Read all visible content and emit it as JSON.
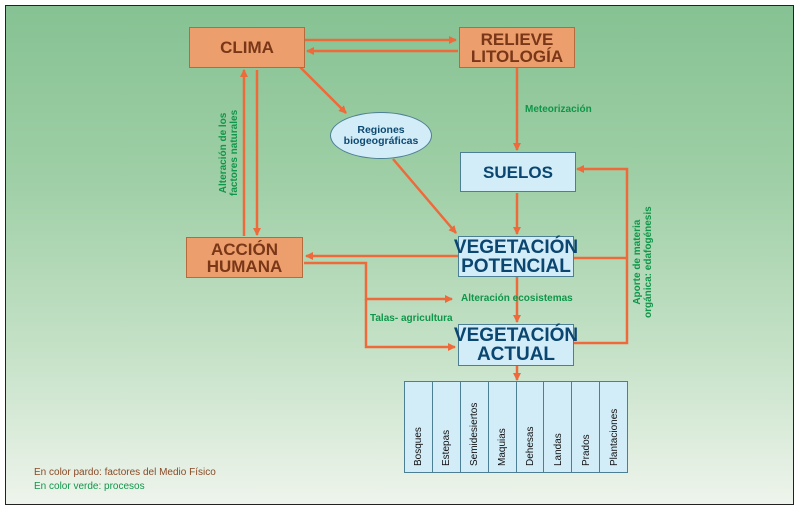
{
  "colors": {
    "factor_fill": "#ec9f6c",
    "factor_text": "#7a3718",
    "vegetation_fill": "#d2ecf8",
    "vegetation_text": "#0a4670",
    "arrow": "#ee6a3b",
    "process_text": "#10964a"
  },
  "nodes": {
    "clima": "CLIMA",
    "relieve_l1": "RELIEVE",
    "relieve_l2": "LITOLOGÍA",
    "accion_l1": "ACCIÓN",
    "accion_l2": "HUMANA",
    "regiones_l1": "Regiones",
    "regiones_l2": "biogeográficas",
    "suelos": "SUELOS",
    "veg_potencial_l1": "VEGETACIÓN",
    "veg_potencial_l2": "POTENCIAL",
    "veg_actual_l1": "VEGETACIÓN",
    "veg_actual_l2": "ACTUAL"
  },
  "processes": {
    "meteorizacion": "Meteorización",
    "alteracion_factores_l1": "Alteración de los",
    "alteracion_factores_l2": "factores naturales",
    "alteracion_ecosistemas": "Alteración ecosistemas",
    "talas": "Talas- agricultura",
    "aporte_l1": "Aporte de materia",
    "aporte_l2": "orgánica: edafogénesis"
  },
  "vegetation_types": [
    "Bosques",
    "Estepas",
    "Semidesiertos",
    "Maquias",
    "Dehesas",
    "Landas",
    "Prados",
    "Plantaciones"
  ],
  "legend": {
    "brown": "En color pardo: factores del Medio Físico",
    "green": "En color verde: procesos"
  }
}
